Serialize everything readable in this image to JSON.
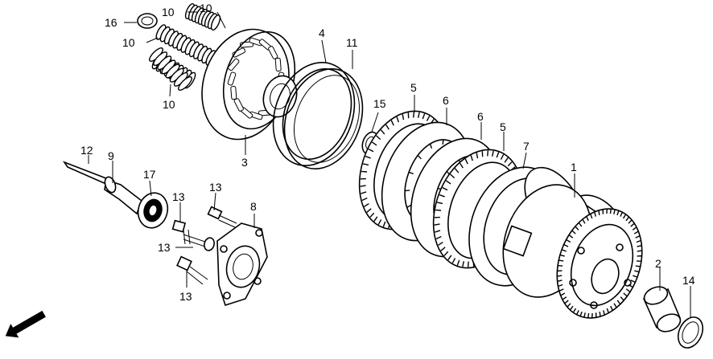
{
  "colors": {
    "line": "#000000",
    "background": "#ffffff"
  },
  "callouts": [
    {
      "id": "c16",
      "text": "16"
    },
    {
      "id": "c10a",
      "text": "10"
    },
    {
      "id": "c10b",
      "text": "10"
    },
    {
      "id": "c10c",
      "text": "10"
    },
    {
      "id": "c10d",
      "text": "10"
    },
    {
      "id": "c4",
      "text": "4"
    },
    {
      "id": "c11",
      "text": "11"
    },
    {
      "id": "c15",
      "text": "15"
    },
    {
      "id": "c5a",
      "text": "5"
    },
    {
      "id": "c6a",
      "text": "6"
    },
    {
      "id": "c6b",
      "text": "6"
    },
    {
      "id": "c5b",
      "text": "5"
    },
    {
      "id": "c7",
      "text": "7"
    },
    {
      "id": "c1",
      "text": "1"
    },
    {
      "id": "c3",
      "text": "3"
    },
    {
      "id": "c12",
      "text": "12"
    },
    {
      "id": "c9",
      "text": "9"
    },
    {
      "id": "c17",
      "text": "17"
    },
    {
      "id": "c13a",
      "text": "13"
    },
    {
      "id": "c13b",
      "text": "13"
    },
    {
      "id": "c8",
      "text": "8"
    },
    {
      "id": "c13c",
      "text": "13"
    },
    {
      "id": "c13d",
      "text": "13"
    },
    {
      "id": "c2",
      "text": "2"
    },
    {
      "id": "c14",
      "text": "14"
    }
  ],
  "fwd_label": "FWD"
}
